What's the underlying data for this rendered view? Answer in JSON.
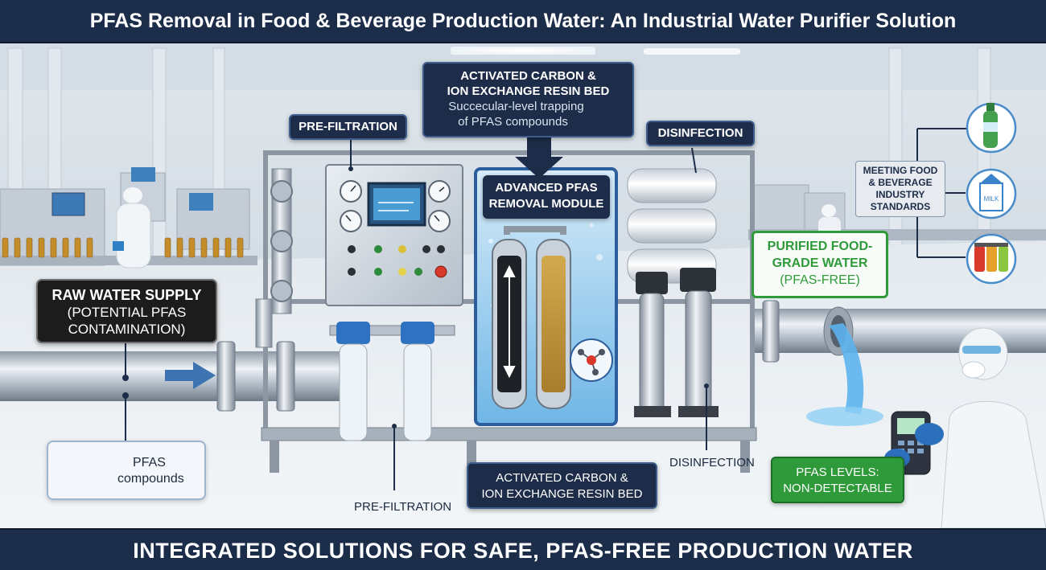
{
  "title": "PFAS Removal in Food & Beverage Production Water: An Industrial Water Purifier Solution",
  "footer": "INTEGRATED SOLUTIONS FOR SAFE, PFAS-FREE PRODUCTION WATER",
  "callouts": {
    "raw_water": {
      "line1": "RAW WATER SUPPLY",
      "line2": "(POTENTIAL PFAS",
      "line3": "CONTAMINATION)"
    },
    "pfas_compounds": {
      "line1": "PFAS",
      "line2": "compounds"
    },
    "pre_filtration_top": "PRE-FILTRATION",
    "pre_filtration_bottom": "PRE-FILTRATION",
    "carbon_top": {
      "line1": "ACTIVATED CARBON &",
      "line2": "ION EXCHANGE RESIN BED",
      "line3": "Succecular-level trapping",
      "line4": "of PFAS compounds"
    },
    "module": {
      "line1": "ADVANCED PFAS",
      "line2": "REMOVAL MODULE"
    },
    "carbon_bottom": {
      "line1": "ACTIVATED CARBON &",
      "line2": "ION EXCHANGE RESIN BED"
    },
    "disinfection_top": "DISINFECTION",
    "disinfection_bottom": "DISINFECTION",
    "purified": {
      "line1": "PURIFIED FOOD-",
      "line2": "GRADE WATER",
      "line3": "(PFAS-FREE)"
    },
    "standards": {
      "line1": "MEETING FOOD",
      "line2": "& BEVERAGE",
      "line3": "INDUSTRY",
      "line4": "STANDARDS"
    },
    "pfas_levels": {
      "line1": "PFAS LEVELS:",
      "line2": "NON-DETECTABLE"
    }
  },
  "icons": [
    "bottle-icon",
    "milk-carton-icon",
    "juice-jars-icon",
    "molecule-icon",
    "flow-arrow-icon"
  ],
  "colors": {
    "banner": "#1c2d4a",
    "callout_dark": "#1d2c48",
    "accent_green": "#2f9a3a",
    "water_blue": "#4aa3e6",
    "steel": "#b9c3ce"
  }
}
